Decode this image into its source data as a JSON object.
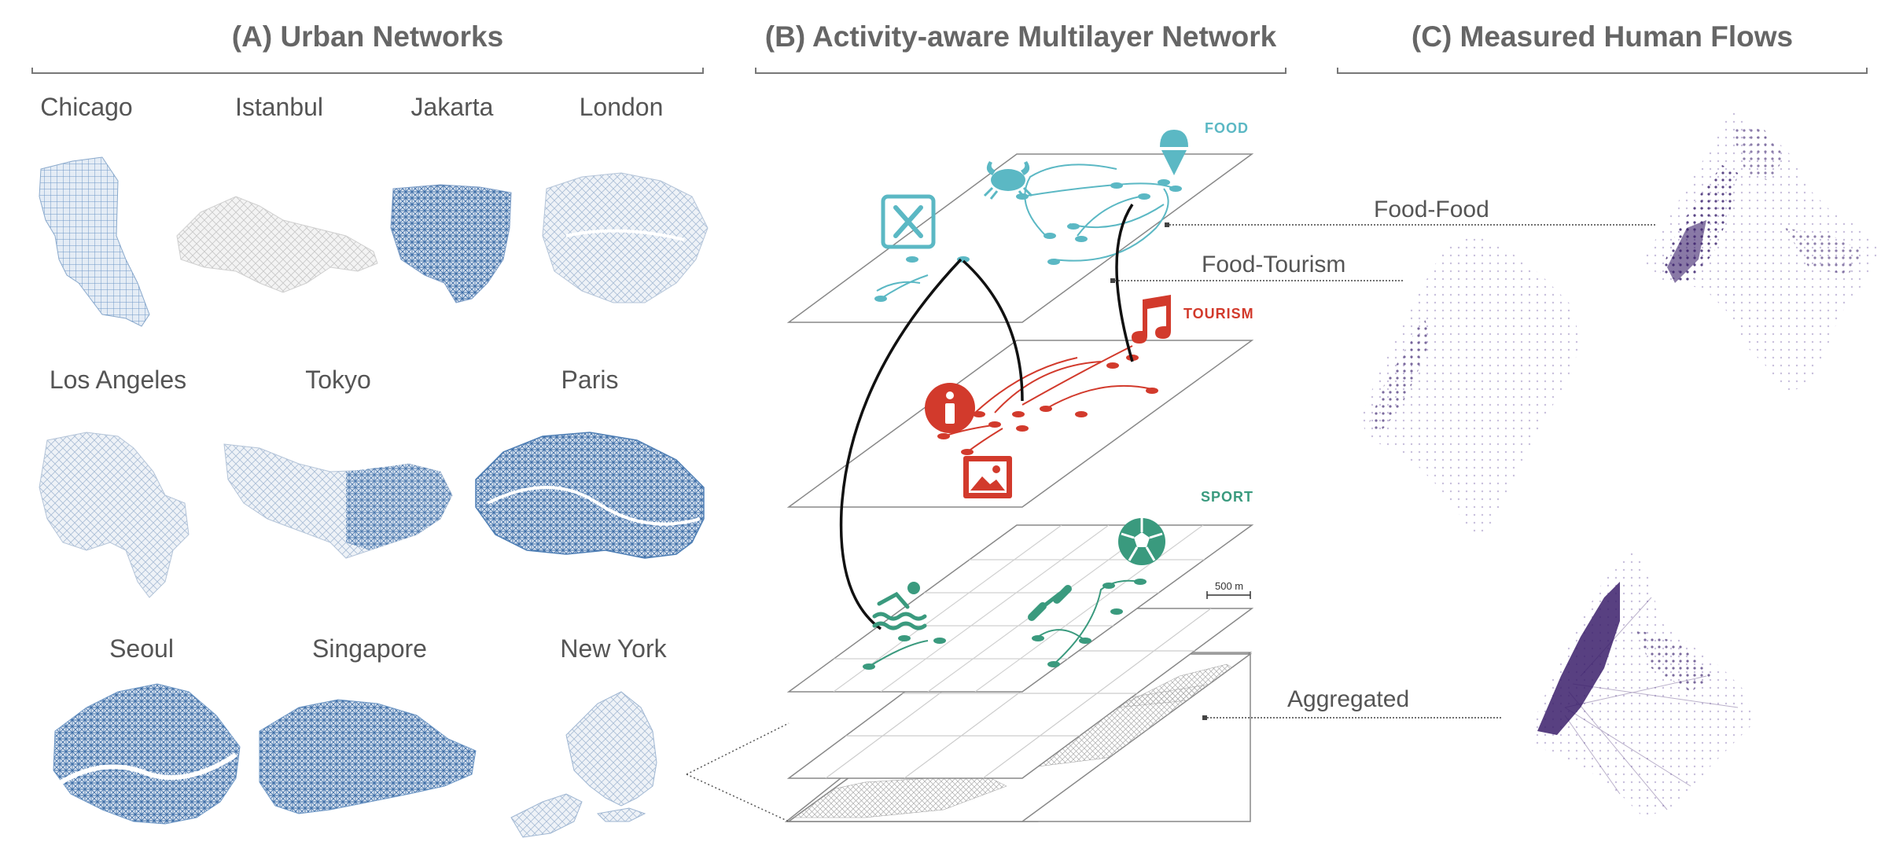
{
  "sections": {
    "a_title": "(A) Urban Networks",
    "b_title": "(B) Activity-aware Multilayer Network",
    "c_title": "(C) Measured Human Flows"
  },
  "cities": {
    "chicago": "Chicago",
    "istanbul": "Istanbul",
    "jakarta": "Jakarta",
    "london": "London",
    "los_angeles": "Los Angeles",
    "tokyo": "Tokyo",
    "paris": "Paris",
    "seoul": "Seoul",
    "singapore": "Singapore",
    "new_york": "New York"
  },
  "layers": {
    "food": "FOOD",
    "tourism": "TOURISM",
    "sport": "SPORT",
    "scale": "500 m"
  },
  "flows": {
    "food_food": "Food-Food",
    "food_tourism": "Food-Tourism",
    "aggregated": "Aggregated"
  },
  "colors": {
    "food": "#5bb8c4",
    "tourism": "#d23a2c",
    "sport": "#3a9a7e",
    "network_blue": "#4f7fb5",
    "flow_purple": "#3b1f6b",
    "title_gray": "#666666"
  },
  "icons": {
    "food": [
      "cutlery-icon",
      "crab-icon",
      "ice-cream-icon"
    ],
    "tourism": [
      "music-note-icon",
      "info-icon",
      "picture-icon"
    ],
    "sport": [
      "swimmer-icon",
      "dumbbell-icon",
      "soccer-ball-icon"
    ]
  }
}
